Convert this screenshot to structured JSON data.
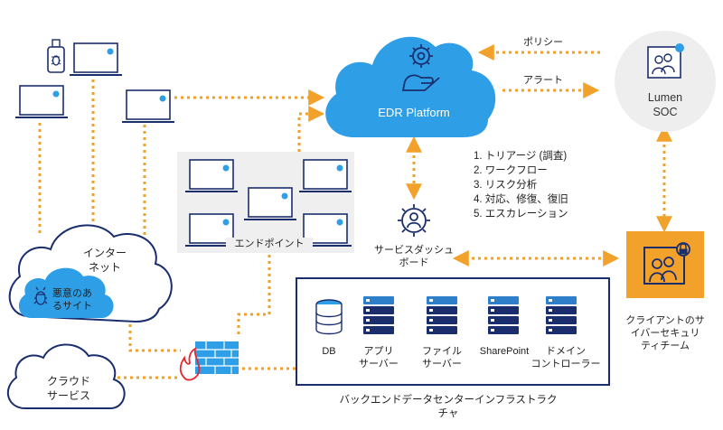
{
  "edr": {
    "title": "EDR Platform"
  },
  "soc": {
    "label": "Lumen\nSOC"
  },
  "arrows": {
    "policy": "ポリシー",
    "alert": "アラート"
  },
  "steps": [
    "1. トリアージ (調査)",
    "2. ワークフロー",
    "3. リスク分析",
    "4. 対応、修復、復旧",
    "5. エスカレーション"
  ],
  "endpoints": {
    "label": "エンドポイント"
  },
  "dashboard": {
    "label": "サービスダッシュ\nボード"
  },
  "client_team": {
    "label": "クライアントのサ\nイバーセキュリ\nティチーム"
  },
  "internet": {
    "label": "インター\nネット"
  },
  "malicious_sites": {
    "label": "悪意のあ\nるサイト"
  },
  "cloud_services": {
    "label": "クラウド\nサービス"
  },
  "backend": {
    "title": "バックエンドデータセンターインフラストラク\nチャ",
    "items": [
      {
        "label": "DB"
      },
      {
        "label": "アプリ\nサーバー"
      },
      {
        "label": "ファイル\nサーバー"
      },
      {
        "label": "SharePoint"
      },
      {
        "label": "ドメイン\nコントローラー"
      }
    ]
  },
  "colors": {
    "accent_blue": "#2e9fe6",
    "navy": "#1a2e6e",
    "orange": "#f2a12b",
    "soc_circle": "#eeeeee",
    "endpoint_panel": "#efefef",
    "malicious_cloud": "#2e9fe6",
    "firewall_red": "#e8262c"
  },
  "icons": {
    "edr": "gear-hand-icon",
    "soc": "user-group-icon",
    "dashboard": "gear-user-icon",
    "client_team": "user-group-icon",
    "malicious": "bug-icon",
    "usb": "usb-bug-icon",
    "firewall": "firewall-icon",
    "db": "database-icon",
    "servers": "server-stack-icon"
  }
}
